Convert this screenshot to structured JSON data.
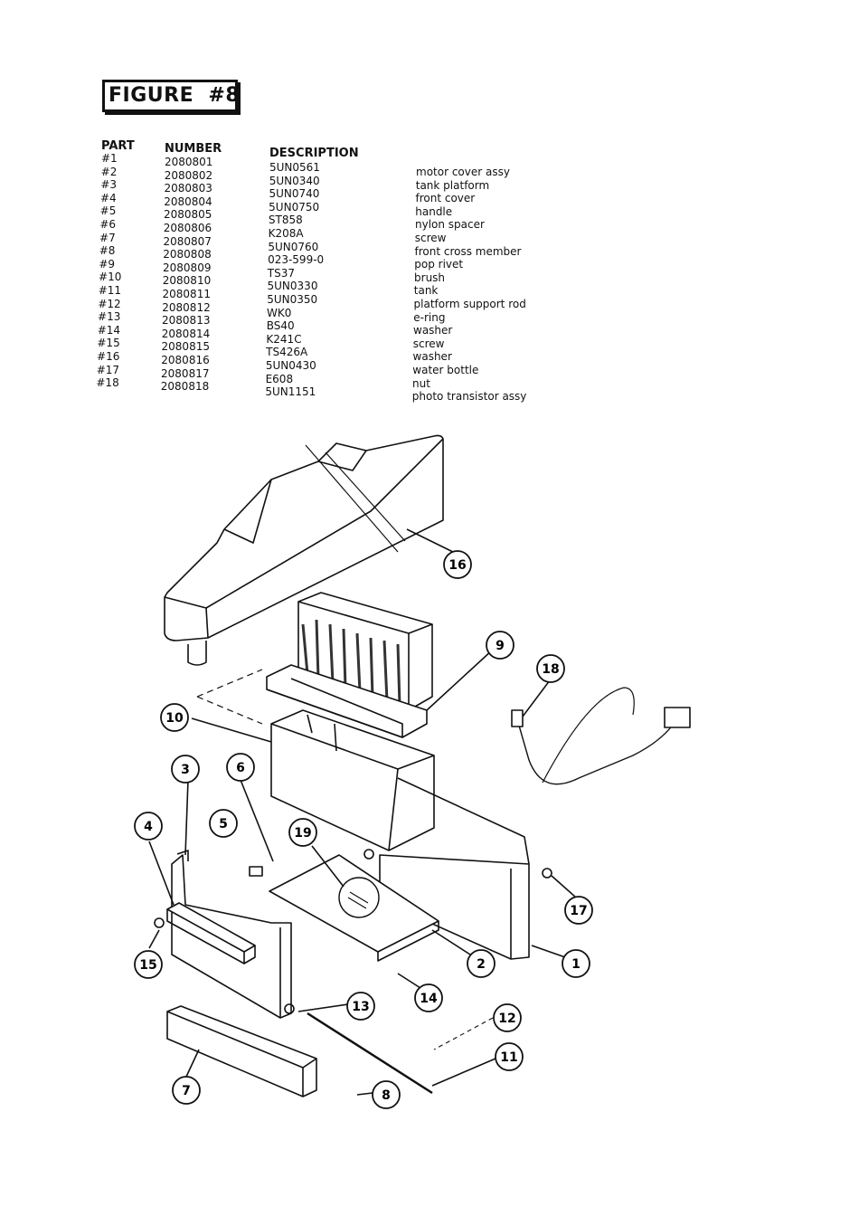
{
  "figure_title": "FIGURE  #8",
  "table": {
    "headers": {
      "part": "PART",
      "number": "NUMBER",
      "description": "DESCRIPTION"
    },
    "rows": [
      {
        "part": "#1",
        "number": "2080801",
        "code": "5UN0561",
        "desc": "motor cover assy"
      },
      {
        "part": "#2",
        "number": "2080802",
        "code": "5UN0340",
        "desc": "tank platform"
      },
      {
        "part": "#3",
        "number": "2080803",
        "code": "5UN0740",
        "desc": "front cover"
      },
      {
        "part": "#4",
        "number": "2080804",
        "code": "5UN0750",
        "desc": "handle"
      },
      {
        "part": "#5",
        "number": "2080805",
        "code": "ST858",
        "desc": "nylon spacer"
      },
      {
        "part": "#6",
        "number": "2080806",
        "code": "K208A",
        "desc": "screw"
      },
      {
        "part": "#7",
        "number": "2080807",
        "code": "5UN0760",
        "desc": "front cross member"
      },
      {
        "part": "#8",
        "number": "2080808",
        "code": "023-599-0",
        "desc": "pop rivet"
      },
      {
        "part": "#9",
        "number": "2080809",
        "code": "TS37",
        "desc": "brush"
      },
      {
        "part": "#10",
        "number": "2080810",
        "code": "5UN0330",
        "desc": "tank"
      },
      {
        "part": "#11",
        "number": "2080811",
        "code": "5UN0350",
        "desc": "platform support rod"
      },
      {
        "part": "#12",
        "number": "2080812",
        "code": "WK0",
        "desc": "e-ring"
      },
      {
        "part": "#13",
        "number": "2080813",
        "code": "BS40",
        "desc": "washer"
      },
      {
        "part": "#14",
        "number": "2080814",
        "code": "K241C",
        "desc": "screw"
      },
      {
        "part": "#15",
        "number": "2080815",
        "code": "TS426A",
        "desc": "washer"
      },
      {
        "part": "#16",
        "number": "2080816",
        "code": "5UN0430",
        "desc": "water bottle"
      },
      {
        "part": "#17",
        "number": "2080817",
        "code": "E608",
        "desc": "nut"
      },
      {
        "part": "#18",
        "number": "2080818",
        "code": "5UN1151",
        "desc": "photo transistor assy"
      }
    ]
  },
  "callouts": [
    "1",
    "2",
    "3",
    "4",
    "5",
    "6",
    "7",
    "8",
    "9",
    "10",
    "11",
    "12",
    "13",
    "14",
    "15",
    "16",
    "17",
    "18",
    "19"
  ]
}
